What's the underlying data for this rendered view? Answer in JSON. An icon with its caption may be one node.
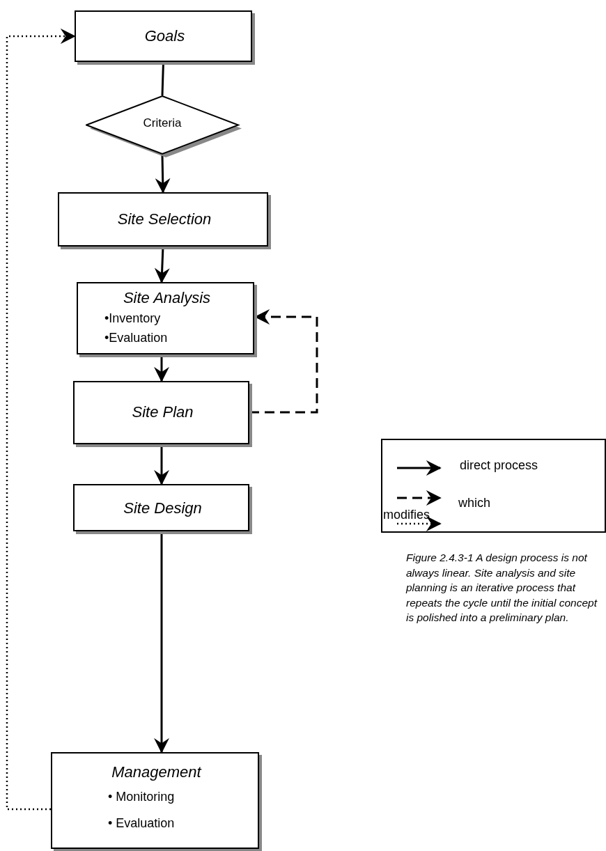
{
  "diagram": {
    "caption": "Figure 2.4.3-1 A design process is not always linear.  Site analysis and site planning is an iterative process that repeats the cycle until the initial concept is polished into a preliminary plan.",
    "nodes": [
      {
        "text": [
          "Goals"
        ]
      },
      {
        "text": [
          "Criteria"
        ]
      },
      {
        "text": [
          "Site Selection"
        ]
      },
      {
        "text": [
          "Site Analysis",
          "•Inventory",
          "•Evaluation"
        ]
      },
      {
        "text": [
          "Site Plan"
        ]
      },
      {
        "text": [
          "Site Design"
        ]
      },
      {
        "text": [
          "Management",
          "• Monitoring",
          "• Evaluation"
        ]
      }
    ],
    "edges": [
      {
        "from": 0,
        "to": 1,
        "arrow": "none"
      },
      {
        "from": 1,
        "to": 2,
        "arrow": "to"
      },
      {
        "from": 2,
        "to": 3,
        "arrow": "to"
      },
      {
        "from": 3,
        "to": 4,
        "arrow": "to"
      },
      {
        "from": 4,
        "to": 5,
        "arrow": "to"
      },
      {
        "from": 5,
        "to": 6,
        "arrow": "to"
      },
      {
        "from": 4,
        "to": 3,
        "arrow": "to",
        "style": "dashed"
      },
      {
        "from": 6,
        "to": 0,
        "arrow": "to",
        "style": "dashed"
      }
    ],
    "legend": [
      {
        "text": "direct process"
      },
      {
        "text": "which"
      },
      {
        "text": "modifies"
      }
    ]
  }
}
